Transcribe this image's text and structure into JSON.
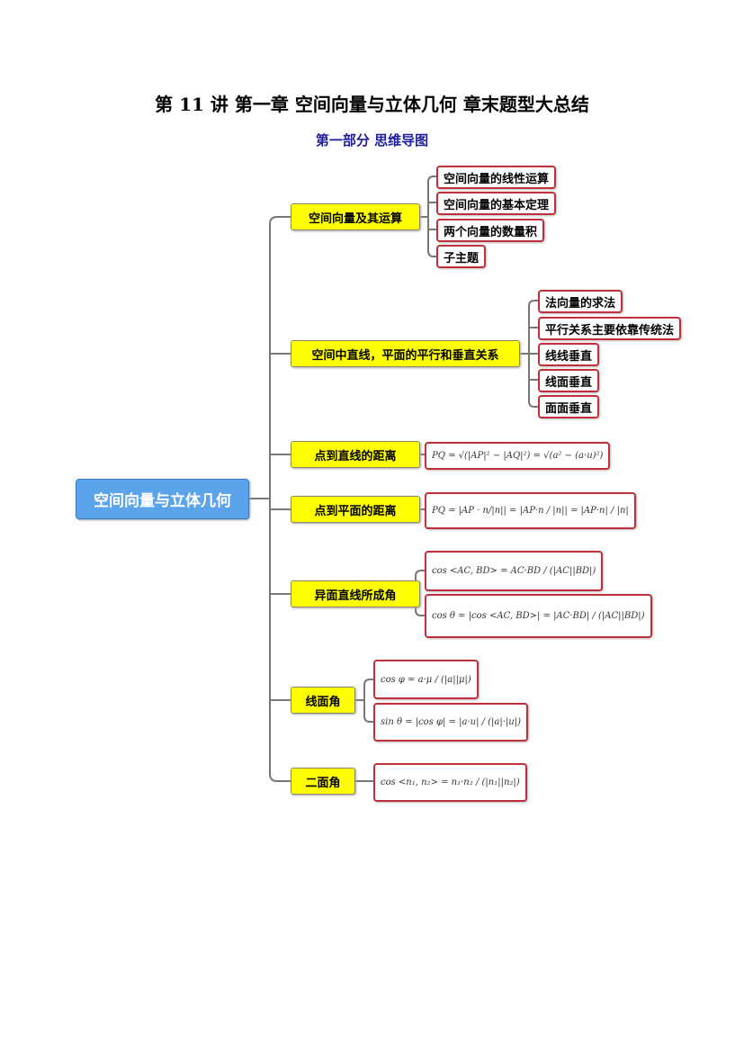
{
  "title": "第 11 讲  第一章  空间向量与立体几何  章末题型大总结",
  "subtitle": "第一部分  思维导图",
  "root": "空间向量与立体几何",
  "branches": [
    {
      "label": "空间向量及其运算",
      "children": [
        "空间向量的线性运算",
        "空间向量的基本定理",
        "两个向量的数量积",
        "子主题"
      ]
    },
    {
      "label": "空间中直线，平面的平行和垂直关系",
      "children": [
        "法向量的求法",
        "平行关系主要依靠传统法",
        "线线垂直",
        "线面垂直",
        "面面垂直"
      ]
    },
    {
      "label": "点到直线的距离",
      "children": [
        "PQ = √(|AP|² − |AQ|²) = √(a² − (a·u)²)"
      ]
    },
    {
      "label": "点到平面的距离",
      "children": [
        "PQ = |AP · n/|n|| = |AP·n / |n|| = |AP·n| / |n|"
      ]
    },
    {
      "label": "异面直线所成角",
      "children": [
        "cos <AC, BD> = AC·BD / (|AC||BD|)",
        "cos θ = |cos <AC, BD>| = |AC·BD| / (|AC||BD|)"
      ]
    },
    {
      "label": "线面角",
      "children": [
        "cos φ = a·μ / (|a||μ|)",
        "sin θ = |cos φ| = |a·u| / (|a|·|u|)"
      ]
    },
    {
      "label": "二面角",
      "children": [
        "cos <n₁, n₂> = n₁·n₂ / (|n₁||n₂|)"
      ]
    }
  ]
}
